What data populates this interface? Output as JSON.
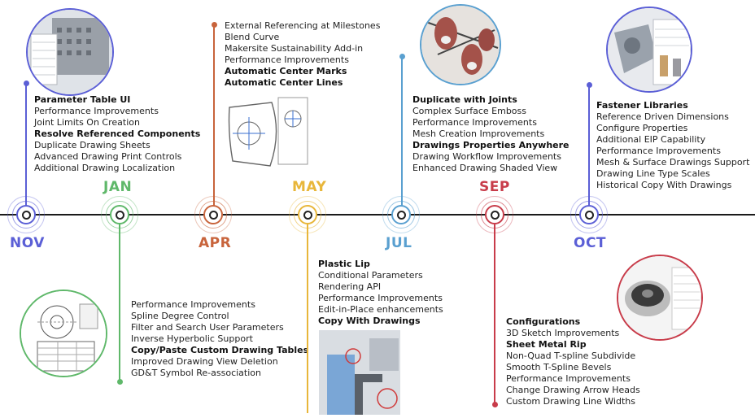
{
  "colors": {
    "nov": "#5b5fd6",
    "jan": "#5fb86a",
    "apr": "#c8643c",
    "may": "#e8b63a",
    "jul": "#5aa0d0",
    "sep": "#c83c4a",
    "oct": "#5b5fd6",
    "axis": "#1a1a1a"
  },
  "months": {
    "nov": "NOV",
    "jan": "JAN",
    "apr": "APR",
    "may": "MAY",
    "jul": "JUL",
    "sep": "SEP",
    "oct": "OCT"
  },
  "features": {
    "nov": [
      {
        "text": "Parameter Table UI",
        "bold": true
      },
      {
        "text": "Performance Improvements",
        "bold": false
      },
      {
        "text": "Joint Limits On Creation",
        "bold": false
      },
      {
        "text": "Resolve Referenced Components",
        "bold": true
      },
      {
        "text": "Duplicate Drawing Sheets",
        "bold": false
      },
      {
        "text": "Advanced Drawing Print Controls",
        "bold": false
      },
      {
        "text": "Additional Drawing Localization",
        "bold": false
      }
    ],
    "jan": [
      {
        "text": "Performance Improvements",
        "bold": false
      },
      {
        "text": "Spline Degree Control",
        "bold": false
      },
      {
        "text": "Filter and Search User Parameters",
        "bold": false
      },
      {
        "text": "Inverse Hyperbolic Support",
        "bold": false
      },
      {
        "text": "Copy/Paste Custom Drawing Tables",
        "bold": true
      },
      {
        "text": "Improved Drawing View Deletion",
        "bold": false
      },
      {
        "text": "GD&T Symbol Re-association",
        "bold": false
      }
    ],
    "apr": [
      {
        "text": "External Referencing at Milestones",
        "bold": false
      },
      {
        "text": "Blend Curve",
        "bold": false
      },
      {
        "text": "Makersite Sustainability Add-in",
        "bold": false
      },
      {
        "text": "Performance Improvements",
        "bold": false
      },
      {
        "text": "Automatic Center Marks",
        "bold": true
      },
      {
        "text": "Automatic Center Lines",
        "bold": true
      }
    ],
    "may": [
      {
        "text": "Plastic Lip",
        "bold": true
      },
      {
        "text": "Conditional Parameters",
        "bold": false
      },
      {
        "text": "Rendering API",
        "bold": false
      },
      {
        "text": "Performance Improvements",
        "bold": false
      },
      {
        "text": "Edit-in-Place enhancements",
        "bold": false
      },
      {
        "text": "Copy With Drawings",
        "bold": true
      }
    ],
    "jul": [
      {
        "text": "Duplicate with Joints",
        "bold": true
      },
      {
        "text": "Complex Surface Emboss",
        "bold": false
      },
      {
        "text": "Performance Improvements",
        "bold": false
      },
      {
        "text": "Mesh Creation Improvements",
        "bold": false
      },
      {
        "text": "Drawings Properties Anywhere",
        "bold": true
      },
      {
        "text": "Drawing Workflow Improvements",
        "bold": false
      },
      {
        "text": "Enhanced Drawing Shaded View",
        "bold": false
      }
    ],
    "sep": [
      {
        "text": "Configurations",
        "bold": true
      },
      {
        "text": "3D Sketch Improvements",
        "bold": false
      },
      {
        "text": "Sheet Metal Rip",
        "bold": true
      },
      {
        "text": "Non-Quad T-spline Subdivide",
        "bold": false
      },
      {
        "text": "Smooth T-Spline Bevels",
        "bold": false
      },
      {
        "text": "Performance Improvements",
        "bold": false
      },
      {
        "text": "Change Drawing Arrow Heads",
        "bold": false
      },
      {
        "text": "Custom Drawing Line Widths",
        "bold": false
      }
    ],
    "oct": [
      {
        "text": "Fastener Libraries",
        "bold": true
      },
      {
        "text": "Reference Driven Dimensions",
        "bold": false
      },
      {
        "text": "Configure Properties",
        "bold": false
      },
      {
        "text": "Additional EIP Capability",
        "bold": false
      },
      {
        "text": "Performance Improvements",
        "bold": false
      },
      {
        "text": "Mesh & Surface Drawings Support",
        "bold": false
      },
      {
        "text": "Drawing Line Type Scales",
        "bold": false
      },
      {
        "text": "Historical Copy With Drawings",
        "bold": false
      }
    ]
  }
}
